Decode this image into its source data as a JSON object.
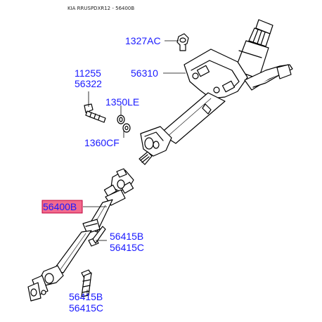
{
  "header": "KIA RRUSPDXR12 - 56400B",
  "labels": {
    "p1327ac": "1327AC",
    "p11255": "11255",
    "p56322": "56322",
    "p56310": "56310",
    "p1350le": "1350LE",
    "p1360cf": "1360CF",
    "p56400b": "56400B",
    "p56415b_a": "56415B",
    "p56415c_a": "56415C",
    "p56415b_b": "56415B",
    "p56415c_b": "56415C"
  },
  "colors": {
    "label": "#1a1aff",
    "highlight": "#f26a8d",
    "line": "#000000"
  }
}
